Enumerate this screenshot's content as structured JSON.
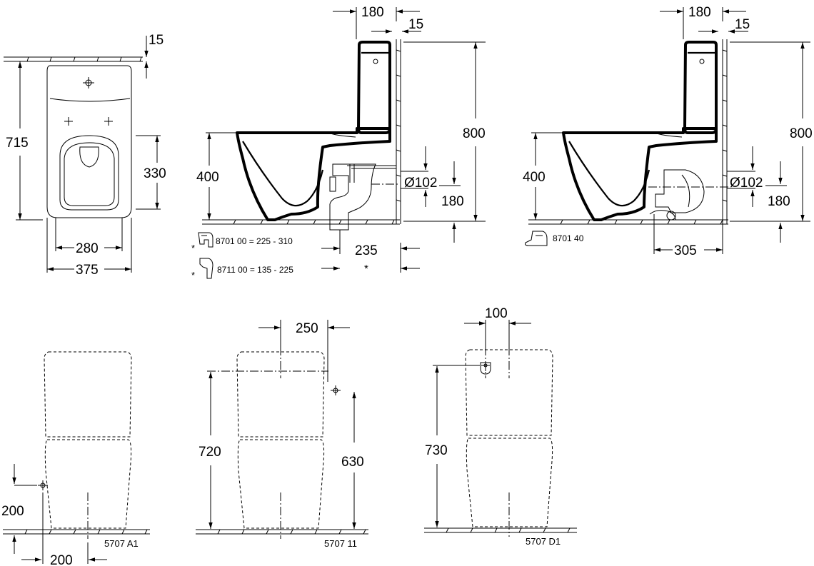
{
  "top_view": {
    "dim_15": "15",
    "dim_715": "715",
    "dim_330": "330",
    "dim_280": "280",
    "dim_375": "375"
  },
  "side_view_1": {
    "dim_180": "180",
    "dim_15": "15",
    "dim_800": "800",
    "dim_400": "400",
    "dim_d102": "Ø102",
    "dim_180b": "180",
    "dim_235": "235",
    "asterisk": "*",
    "accessory_1": "8701 00  = 225 -  310",
    "accessory_2": "8711 00  = 135 - 225",
    "star_1": "*",
    "star_2": "*"
  },
  "side_view_2": {
    "dim_180": "180",
    "dim_15": "15",
    "dim_800": "800",
    "dim_400": "400",
    "dim_d102": "Ø102",
    "dim_180b": "180",
    "dim_305": "305",
    "accessory": "8701 40"
  },
  "front_a1": {
    "dim_200_v": "200",
    "dim_200_h": "200",
    "code": "5707 A1"
  },
  "front_11": {
    "dim_250": "250",
    "dim_720": "720",
    "dim_630": "630",
    "code": "5707 11"
  },
  "front_d1": {
    "dim_100": "100",
    "dim_730": "730",
    "code": "5707 D1"
  }
}
